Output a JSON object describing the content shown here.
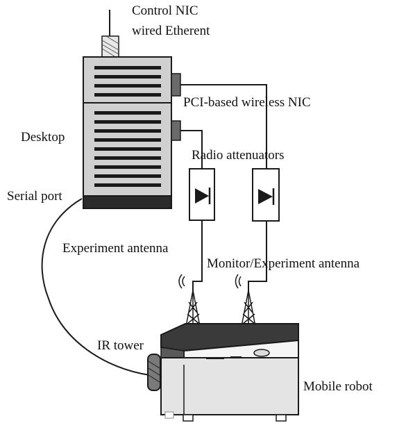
{
  "labels": {
    "control_nic_line1": "Control NIC",
    "control_nic_line2": "wired Etherent",
    "pci_wireless_nic": "PCI-based wireless NIC",
    "desktop": "Desktop",
    "radio_attenuators": "Radio attenuators",
    "serial_port": "Serial port",
    "experiment_antenna": "Experiment antenna",
    "monitor_experiment_antenna": "Monitor/Experiment antenna",
    "ir_tower": "IR tower",
    "mobile_robot": "Mobile robot"
  },
  "colors": {
    "line": "#1a1a1a",
    "desktop_fill": "#d0d0d0",
    "desktop_base": "#2b2b2b",
    "robot_top": "#3a3a3a",
    "robot_body": "#e4e4e4"
  }
}
